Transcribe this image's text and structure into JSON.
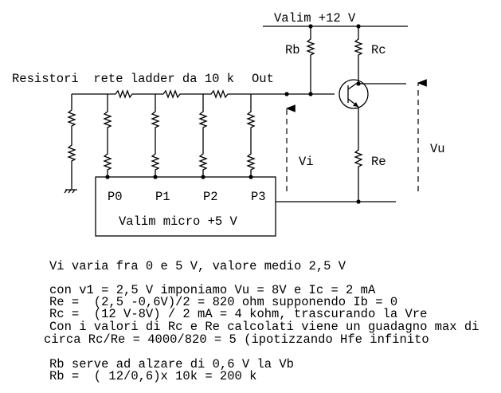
{
  "diagram": {
    "supply_label": "Valim +12 V",
    "rb_label": "Rb",
    "rc_label": "Rc",
    "re_label": "Re",
    "ladder_label": "Resistori  rete ladder da 10 k",
    "out_label": "Out",
    "vi_label": "Vi",
    "vu_label": "Vu",
    "pins": [
      "P0",
      "P1",
      "P2",
      "P3"
    ],
    "micro_label": "Valim micro +5 V"
  },
  "notes": {
    "line1": "Vi varia fra 0 e 5 V, valore medio 2,5 V",
    "line2": "con v1 = 2,5 V imponiamo Vu = 8V e Ic = 2 mA",
    "line3": "Re =  (2,5 -0,6V)/2 = 820 ohm supponendo Ib = 0",
    "line4": "Rc =  (12 V-8V) / 2 mA = 4 kohm, trascurando la Vre",
    "line5": "Con i valori di Rc e Re calcolati viene un guadagno max di",
    "line6": "circa Rc/Re = 4000/820 = 5 (ipotizzando Hfe infinito",
    "line7": "Rb serve ad alzare di 0,6 V la Vb",
    "line8": "Rb =  ( 12/0,6)x 10k = 200 k"
  }
}
